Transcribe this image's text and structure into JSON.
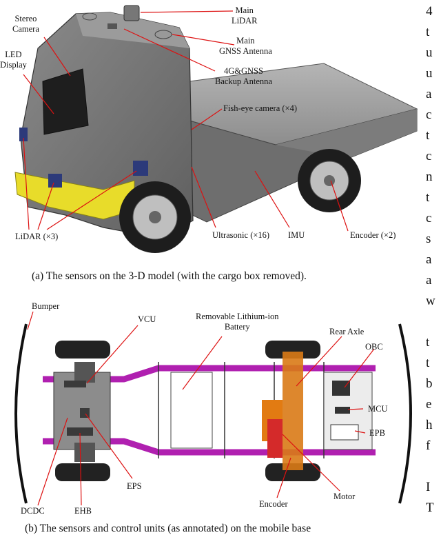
{
  "figure_a": {
    "labels": {
      "stereo_camera": "Stereo\nCamera",
      "led_display": "LED\nDisplay",
      "main_lidar": "Main\nLiDAR",
      "main_gnss": "Main\nGNSS Antenna",
      "backup_antenna": "4G&GNSS\nBackup Antenna",
      "fisheye": "Fish-eye camera (×4)",
      "lidar": "LiDAR (×3)",
      "ultrasonic": "Ultrasonic (×16)",
      "imu": "IMU",
      "encoder": "Encoder (×2)"
    },
    "caption": "(a)  The sensors on the 3-D model (with the cargo box removed)."
  },
  "figure_b": {
    "labels": {
      "bumper": "Bumper",
      "vcu": "VCU",
      "battery": "Removable Lithium-ion\nBattery",
      "rear_axle": "Rear Axle",
      "obc": "OBC",
      "mcu": "MCU",
      "epb": "EPB",
      "eps": "EPS",
      "dcdc": "DCDC",
      "ehb": "EHB",
      "encoder": "Encoder",
      "motor": "Motor"
    },
    "caption": "(b)  The sensors and control units (as annotated) on the mobile base"
  },
  "side_text": [
    "4",
    "t",
    "u",
    "u",
    "a",
    "c",
    "t",
    "c",
    "n",
    "t",
    "c",
    "s",
    "a",
    "a",
    "w",
    "",
    "t",
    "t",
    "b",
    "e",
    "h",
    "f",
    "",
    "I",
    "T"
  ]
}
